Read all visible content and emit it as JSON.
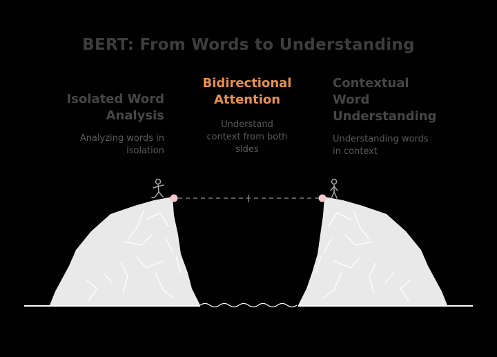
{
  "title": "BERT: From Words to Understanding",
  "left": {
    "heading_lines": [
      "Isolated Word",
      "Analysis"
    ],
    "description_lines": [
      "Analyzing words in",
      "isolation"
    ]
  },
  "middle": {
    "heading_lines": [
      "Bidirectional",
      "Attention"
    ],
    "description_lines": [
      "Understand",
      "context from both",
      "sides"
    ]
  },
  "right": {
    "heading_lines": [
      "Contextual",
      "Word",
      "Understanding"
    ],
    "description_lines": [
      "Understanding words",
      "in context"
    ]
  },
  "colors": {
    "background": "#000000",
    "title": "#3d3d3d",
    "heading_muted": "#464646",
    "heading_accent": "#e8914e",
    "description": "#5a5a5a",
    "cliff_fill": "#e9e9e9",
    "cliff_line": "#ffffff",
    "ground": "#ffffff",
    "dashed_line": "#7a7a7a",
    "endpoint": "#f6c7cd",
    "figure": "#aaaaaa"
  }
}
